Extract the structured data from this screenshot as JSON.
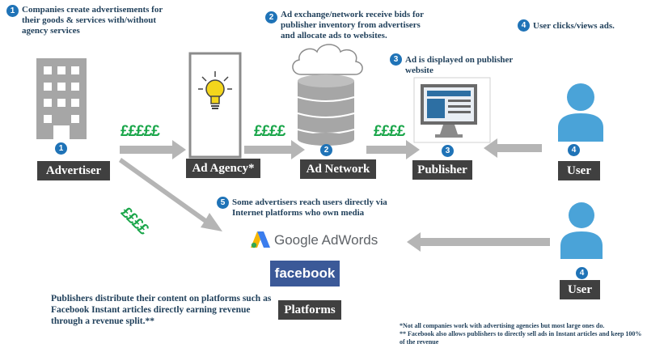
{
  "steps": [
    {
      "num": "1",
      "text": "Companies create advertisements for their goods & services with/without agency services"
    },
    {
      "num": "2",
      "text": "Ad exchange/network receive bids for publisher inventory from advertisers and allocate ads to websites."
    },
    {
      "num": "3",
      "text": "Ad is displayed on publisher website"
    },
    {
      "num": "4",
      "text": "User clicks/views ads."
    },
    {
      "num": "5",
      "text": "Some advertisers reach users directly via Internet platforms who own media"
    }
  ],
  "nodes": {
    "advertiser": "Advertiser",
    "ad_agency": "Ad Agency*",
    "ad_network": "Ad Network",
    "publisher": "Publisher",
    "user_top": "User",
    "user_bottom": "User",
    "platforms": "Platforms"
  },
  "badges": {
    "advertiser": "1",
    "ad_network": "2",
    "publisher": "3",
    "user_top": "4",
    "user_bottom": "4"
  },
  "money": {
    "advertiser_to_agency": "£££££",
    "agency_to_network": "££££",
    "network_to_publisher": "££££",
    "advertiser_to_platforms": "££££"
  },
  "brands": {
    "google_adwords": "Google AdWords",
    "facebook": "facebook"
  },
  "publisher_note": "Publishers distribute their content on platforms such as Facebook Instant articles directly earning revenue through a revenue split.**",
  "footnotes": {
    "line1": "*Not all companies work with advertising agencies but most large ones do.",
    "line2": "** Facebook also allows publishers to directly sell ads in Instant articles  and keep 100% of the revenue"
  },
  "colors": {
    "step_badge": "#1f73b7",
    "label_box": "#404040",
    "money": "#1aa64a",
    "user_icon": "#4aa3d8",
    "arrow": "#b5b5b5"
  }
}
